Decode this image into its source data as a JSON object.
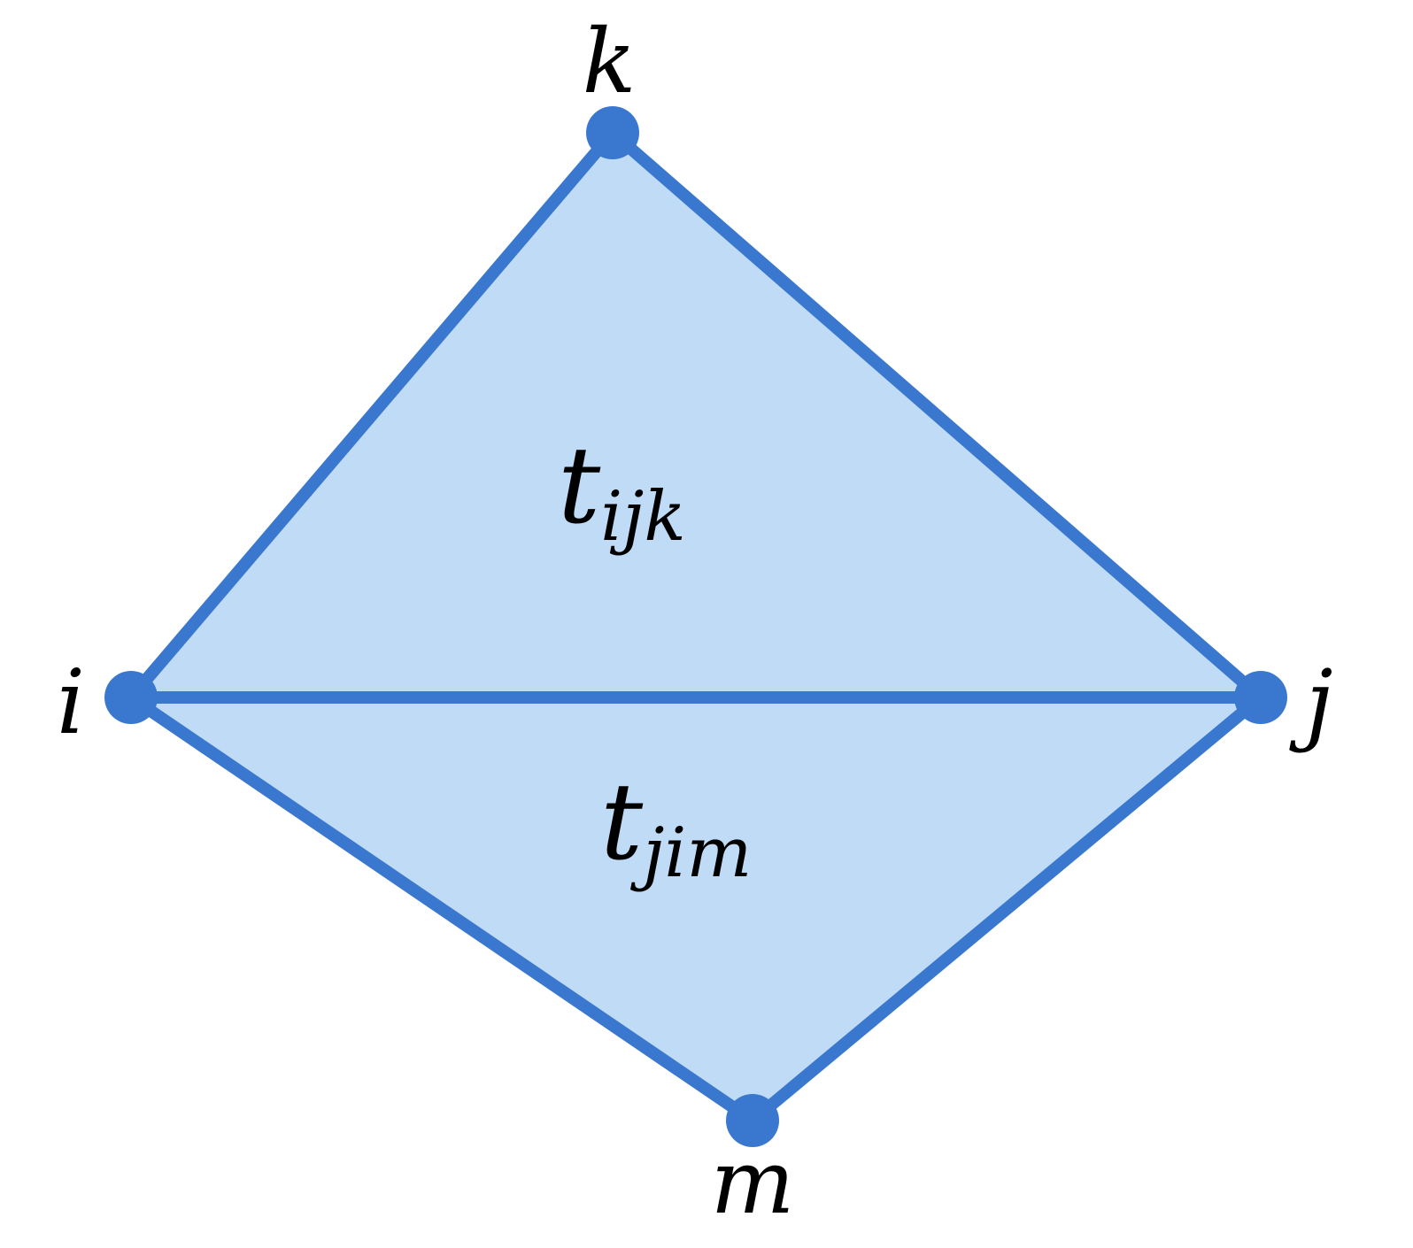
{
  "diagram": {
    "colors": {
      "edge": "#3a78cf",
      "fill": "#c0dbf5",
      "vertex": "#3a78cf",
      "text": "#000000"
    },
    "vertices": [
      {
        "id": "i",
        "label": "i"
      },
      {
        "id": "j",
        "label": "j"
      },
      {
        "id": "k",
        "label": "k"
      },
      {
        "id": "m",
        "label": "m"
      }
    ],
    "faces": [
      {
        "id": "t_ijk",
        "base": "t",
        "subscript": "ijk"
      },
      {
        "id": "t_jim",
        "base": "t",
        "subscript": "jim"
      }
    ],
    "edges": [
      [
        "i",
        "j"
      ],
      [
        "j",
        "k"
      ],
      [
        "k",
        "i"
      ],
      [
        "i",
        "m"
      ],
      [
        "m",
        "j"
      ]
    ]
  }
}
